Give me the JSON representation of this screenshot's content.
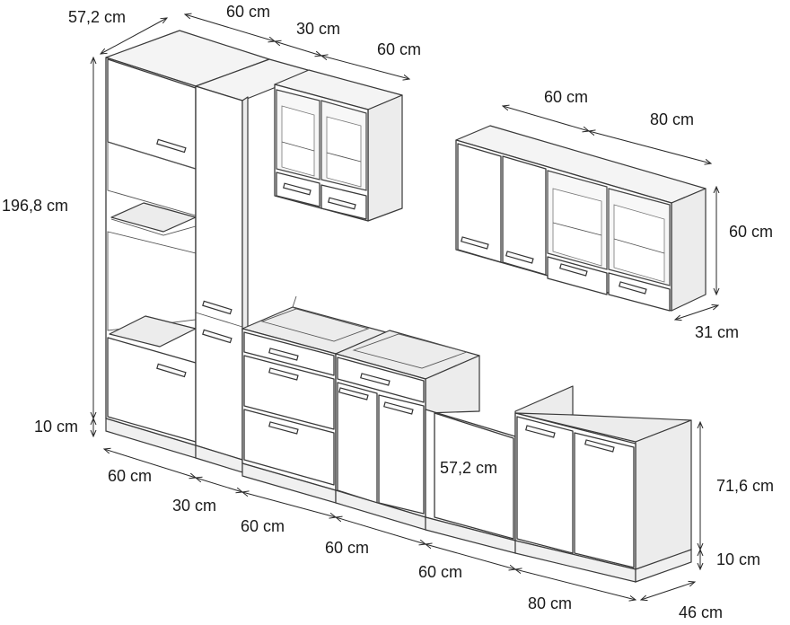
{
  "dimensions": {
    "top_tall_depth": "57,2 cm",
    "top_tall_width_60": "60 cm",
    "top_narrow_width_30": "30 cm",
    "top_glass_width_60": "60 cm",
    "total_height": "196,8 cm",
    "plinth_left": "10 cm",
    "right_wall_60": "60 cm",
    "right_wall_80": "80 cm",
    "right_wall_height": "60 cm",
    "right_wall_depth": "31 cm",
    "bottom_60_a": "60 cm",
    "bottom_30": "30 cm",
    "bottom_60_b": "60 cm",
    "bottom_60_c": "60 cm",
    "bottom_60_d": "60 cm",
    "bottom_80": "80 cm",
    "bottom_depth": "46 cm",
    "base_depth": "57,2 cm",
    "base_height": "71,6 cm",
    "plinth_right": "10 cm"
  }
}
